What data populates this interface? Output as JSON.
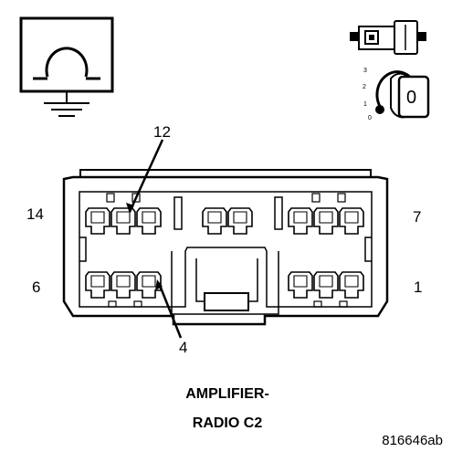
{
  "labels": {
    "pin_12": "12",
    "pin_14": "14",
    "pin_7": "7",
    "pin_6": "6",
    "pin_1": "1",
    "pin_4": "4"
  },
  "caption": {
    "line1": "AMPLIFIER-",
    "line2": "RADIO C2"
  },
  "figure_ref": "816646ab",
  "ignition_key": {
    "positions": [
      "3",
      "2",
      "1",
      "0"
    ],
    "key_number": "0"
  },
  "icons": [
    "ground-symbol-icon",
    "connector-plug-icon",
    "ignition-key-icon"
  ]
}
